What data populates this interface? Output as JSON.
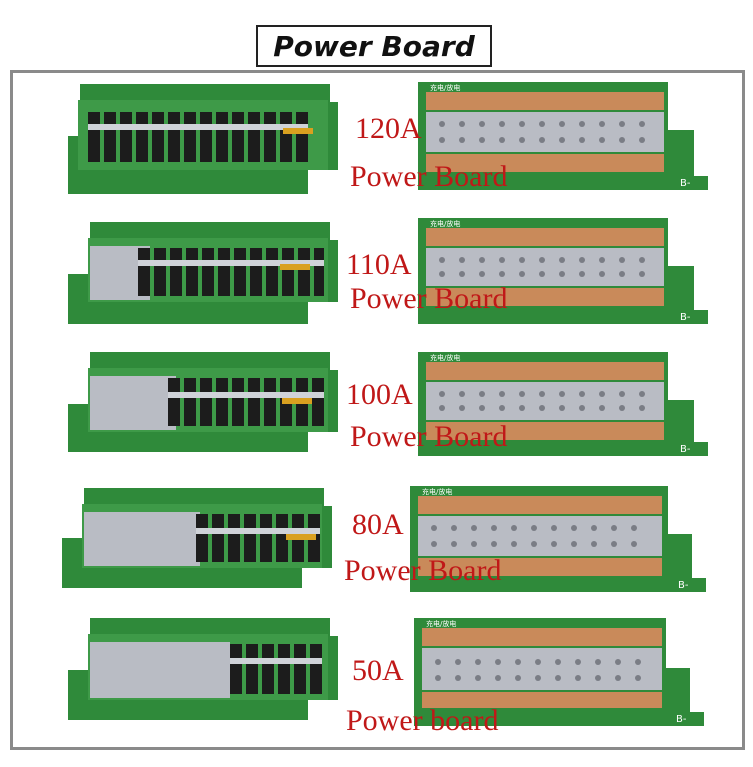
{
  "title": "Power Board",
  "rows": [
    {
      "amp": "120A",
      "name": "Power Board",
      "mosfets": 14,
      "bus_markings": "充电/放电",
      "terminal_label": "B-"
    },
    {
      "amp": "110A",
      "name": "Power Board",
      "mosfets": 12,
      "bus_markings": "充电/放电",
      "terminal_label": "B-"
    },
    {
      "amp": "100A",
      "name": "Power Board",
      "mosfets": 10,
      "bus_markings": "充电/放电",
      "terminal_label": "B-"
    },
    {
      "amp": "80A",
      "name": "Power Board",
      "mosfets": 8,
      "bus_markings": "充电/放电",
      "terminal_label": "B-"
    },
    {
      "amp": "50A",
      "name": "Power board",
      "mosfets": 6,
      "bus_markings": "充电/放电",
      "terminal_label": "B-"
    }
  ],
  "colors": {
    "pcb": "#2f8a3a",
    "pcb_dark": "#1f6a2a",
    "copper": "#c98a5a",
    "solder": "#b9bcc4",
    "mosfet": "#1c1c1c",
    "text_red": "#c01818"
  }
}
